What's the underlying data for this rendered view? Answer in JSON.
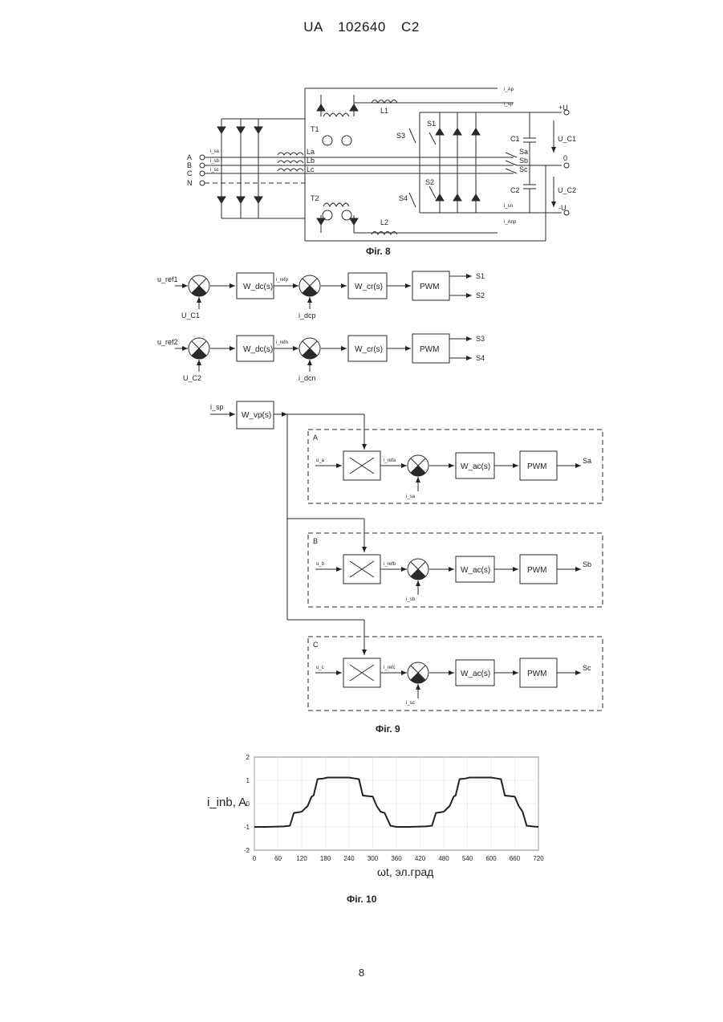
{
  "header": "UA 102640 C2",
  "page_number": "8",
  "fig8": {
    "caption": "Фіг. 8",
    "terminals": [
      "A",
      "B",
      "C",
      "N"
    ],
    "inductors": [
      "La",
      "Lb",
      "Lc",
      "L1",
      "L2"
    ],
    "transformers": [
      "T1",
      "T2"
    ],
    "switches": [
      "S1",
      "S2",
      "S3",
      "S4",
      "Sa",
      "Sb",
      "Sc"
    ],
    "capacitors": [
      "C1",
      "C2"
    ],
    "rails": [
      "+U",
      "0",
      "-U"
    ],
    "currents": [
      "i_Ap",
      "i_sp",
      "i_sn",
      "i_Anp",
      "i_sa",
      "i_sb",
      "i_sc"
    ],
    "voltages": [
      "U_C1",
      "U_C2"
    ]
  },
  "fig9": {
    "caption": "Фіг. 9",
    "loop1": {
      "ref": "u_ref1",
      "fb": "U_C1",
      "reg1": "W_dc(s)",
      "mid": "i_refp",
      "fb2": "i_dcp",
      "reg2": "W_cr(s)",
      "pwm": "PWM",
      "out": [
        "S1",
        "S2"
      ]
    },
    "loop2": {
      "ref": "u_ref2",
      "fb": "U_C2",
      "reg1": "W_dc(s)",
      "mid": "i_refn",
      "fb2": "i_dcn",
      "reg2": "W_cr(s)",
      "pwm": "PWM",
      "out": [
        "S3",
        "S4"
      ]
    },
    "top": {
      "in": "i_sp",
      "block": "W_vp(s)"
    },
    "phases": [
      {
        "name": "A",
        "u": "u_a",
        "ref": "i_refa",
        "fb": "i_sa",
        "reg": "W_ac(s)",
        "pwm": "PWM",
        "out": "Sa"
      },
      {
        "name": "B",
        "u": "u_b",
        "ref": "i_refb",
        "fb": "i_sb",
        "reg": "W_ac(s)",
        "pwm": "PWM",
        "out": "Sb"
      },
      {
        "name": "C",
        "u": "u_c",
        "ref": "i_refc",
        "fb": "i_sc",
        "reg": "W_ac(s)",
        "pwm": "PWM",
        "out": "Sc"
      }
    ]
  },
  "chart_data": {
    "type": "line",
    "caption": "Фіг. 10",
    "ylabel": "i_inb, A",
    "xlabel": "ωt, эл.град",
    "xlim": [
      0,
      720
    ],
    "ylim": [
      -2,
      2
    ],
    "xticks": [
      0,
      60,
      120,
      180,
      240,
      300,
      360,
      420,
      480,
      540,
      600,
      660,
      720
    ],
    "yticks": [
      -2,
      -1,
      0,
      1,
      2
    ],
    "grid": true,
    "series": [
      {
        "x": [
          0,
          30,
          75,
          90,
          100,
          120,
          135,
          145,
          150,
          160,
          175,
          185,
          240,
          255,
          265,
          275,
          300,
          310,
          320,
          330,
          345,
          360,
          390,
          435,
          450,
          460,
          480,
          495,
          505,
          510,
          520,
          535,
          545,
          600,
          615,
          625,
          635,
          660,
          670,
          680,
          690,
          705,
          720
        ],
        "y": [
          -1.0,
          -1.0,
          -0.98,
          -0.95,
          -0.4,
          -0.35,
          -0.1,
          0.3,
          0.35,
          1.05,
          1.08,
          1.12,
          1.12,
          1.08,
          1.05,
          0.35,
          0.3,
          -0.1,
          -0.35,
          -0.4,
          -0.95,
          -1.0,
          -1.0,
          -0.98,
          -0.95,
          -0.4,
          -0.35,
          -0.1,
          0.3,
          0.35,
          1.05,
          1.08,
          1.12,
          1.12,
          1.08,
          1.05,
          0.35,
          0.3,
          -0.1,
          -0.35,
          -0.95,
          -0.98,
          -1.0
        ]
      }
    ]
  }
}
